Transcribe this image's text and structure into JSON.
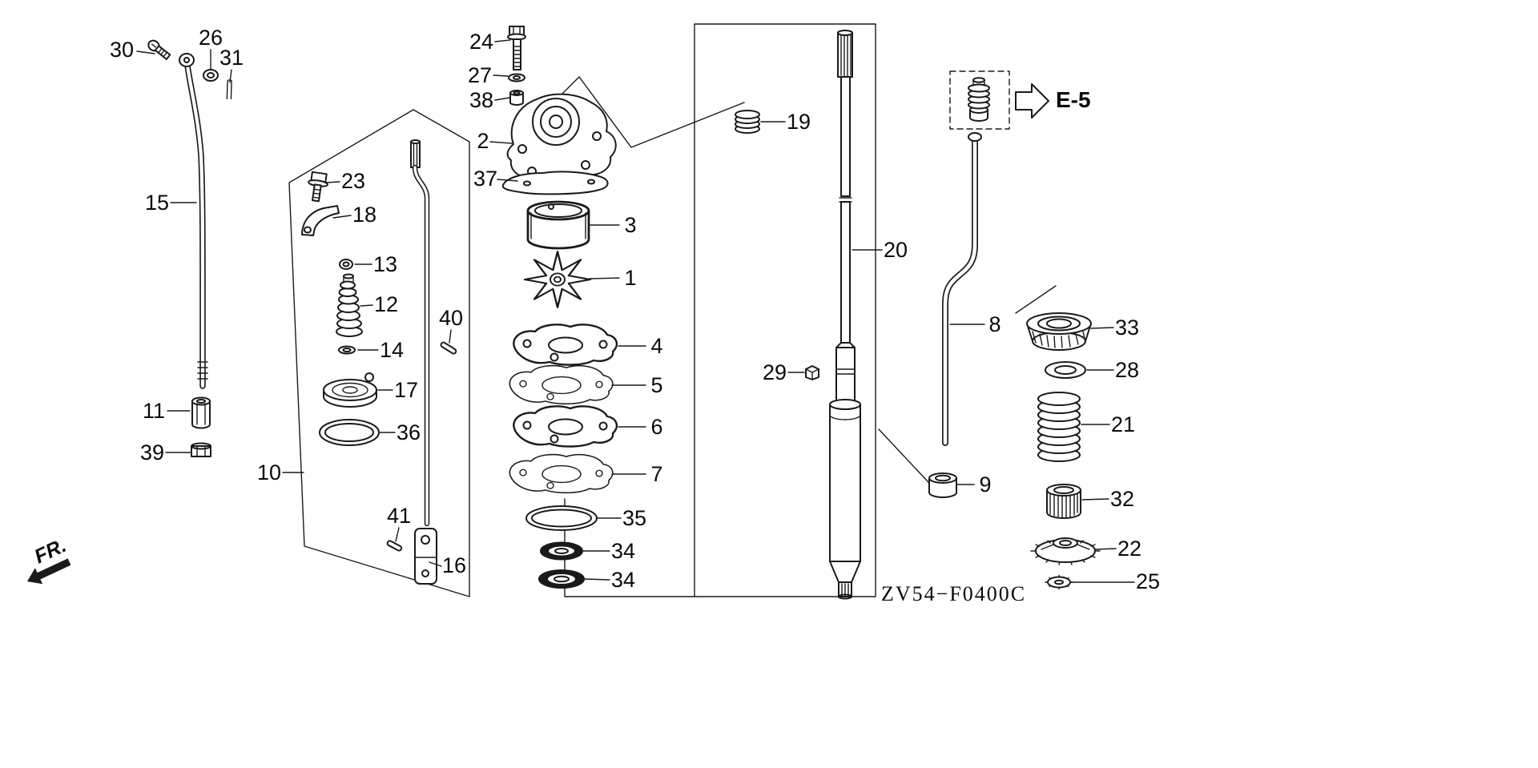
{
  "page": {
    "background": "#ffffff",
    "line_color": "#1a1a1a"
  },
  "diagram": {
    "code": "ZV54−F0400C",
    "reference_label": "E-5",
    "front_label": "FR.",
    "callouts": {
      "p1": "1",
      "p2": "2",
      "p3": "3",
      "p4": "4",
      "p5": "5",
      "p6": "6",
      "p7": "7",
      "p8": "8",
      "p9": "9",
      "p10": "10",
      "p11": "11",
      "p12": "12",
      "p13": "13",
      "p14": "14",
      "p15": "15",
      "p16": "16",
      "p17": "17",
      "p18": "18",
      "p19": "19",
      "p20": "20",
      "p21": "21",
      "p22": "22",
      "p23": "23",
      "p24": "24",
      "p25": "25",
      "p26": "26",
      "p27": "27",
      "p28": "28",
      "p29": "29",
      "p30": "30",
      "p31": "31",
      "p32": "32",
      "p33": "33",
      "p34": "34",
      "p35": "35",
      "p36": "36",
      "p37": "37",
      "p38": "38",
      "p39": "39",
      "p40": "40",
      "p41": "41"
    }
  }
}
